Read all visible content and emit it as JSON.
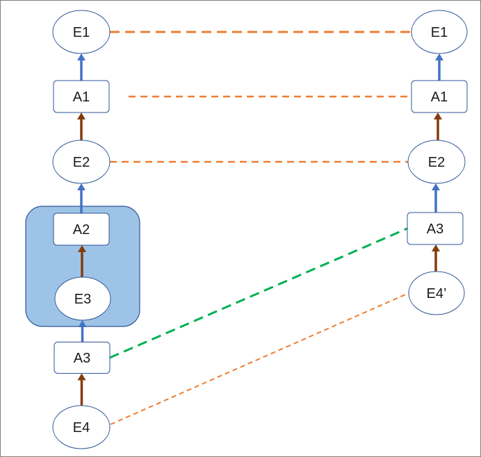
{
  "colors": {
    "blue_edge": "#4472c4",
    "brown_edge": "#843c0c",
    "orange_dash": "#ed7d31",
    "green_dash": "#00b050",
    "group_fill": "#9dc3e6",
    "group_stroke": "#2f5597",
    "node_stroke": "#2f5597"
  },
  "left_chain": {
    "nodes": [
      {
        "id": "L_E1",
        "label": "E1",
        "shape": "event"
      },
      {
        "id": "L_A1",
        "label": "A1",
        "shape": "activity"
      },
      {
        "id": "L_E2",
        "label": "E2",
        "shape": "event"
      },
      {
        "id": "L_A2",
        "label": "A2",
        "shape": "activity"
      },
      {
        "id": "L_E3",
        "label": "E3",
        "shape": "event"
      },
      {
        "id": "L_A3",
        "label": "A3",
        "shape": "activity"
      },
      {
        "id": "L_E4",
        "label": "E4",
        "shape": "event"
      }
    ]
  },
  "right_chain": {
    "nodes": [
      {
        "id": "R_E1",
        "label": "E1",
        "shape": "event"
      },
      {
        "id": "R_A1",
        "label": "A1",
        "shape": "activity"
      },
      {
        "id": "R_E2",
        "label": "E2",
        "shape": "event"
      },
      {
        "id": "R_A3",
        "label": "A3",
        "shape": "activity"
      },
      {
        "id": "R_E4p",
        "label": "E4’",
        "shape": "event"
      }
    ]
  },
  "group": {
    "members": [
      "L_A2",
      "L_E3"
    ]
  },
  "edges": [
    {
      "from": "L_A1",
      "to": "L_E1",
      "color": "blue"
    },
    {
      "from": "L_E2",
      "to": "L_A1",
      "color": "brown"
    },
    {
      "from": "L_A2",
      "to": "L_E2",
      "color": "blue"
    },
    {
      "from": "L_E3",
      "to": "L_A2",
      "color": "brown"
    },
    {
      "from": "L_A3",
      "to": "L_E3",
      "color": "blue"
    },
    {
      "from": "L_E4",
      "to": "L_A3",
      "color": "brown"
    },
    {
      "from": "R_A1",
      "to": "R_E1",
      "color": "blue"
    },
    {
      "from": "R_E2",
      "to": "R_A1",
      "color": "brown"
    },
    {
      "from": "R_A3",
      "to": "R_E2",
      "color": "blue"
    },
    {
      "from": "R_E4p",
      "to": "R_A3",
      "color": "brown"
    }
  ],
  "correspondences": [
    {
      "from": "L_E1",
      "to": "R_E1",
      "color": "orange",
      "style": "bold-dash"
    },
    {
      "from": "L_A1",
      "to": "R_A1",
      "color": "orange",
      "style": "dash"
    },
    {
      "from": "L_E2",
      "to": "R_E2",
      "color": "orange",
      "style": "dash"
    },
    {
      "from": "L_A3",
      "to": "R_A3",
      "color": "green",
      "style": "bold-dash"
    },
    {
      "from": "L_E4",
      "to": "R_E4p",
      "color": "orange",
      "style": "thin-dash"
    }
  ]
}
